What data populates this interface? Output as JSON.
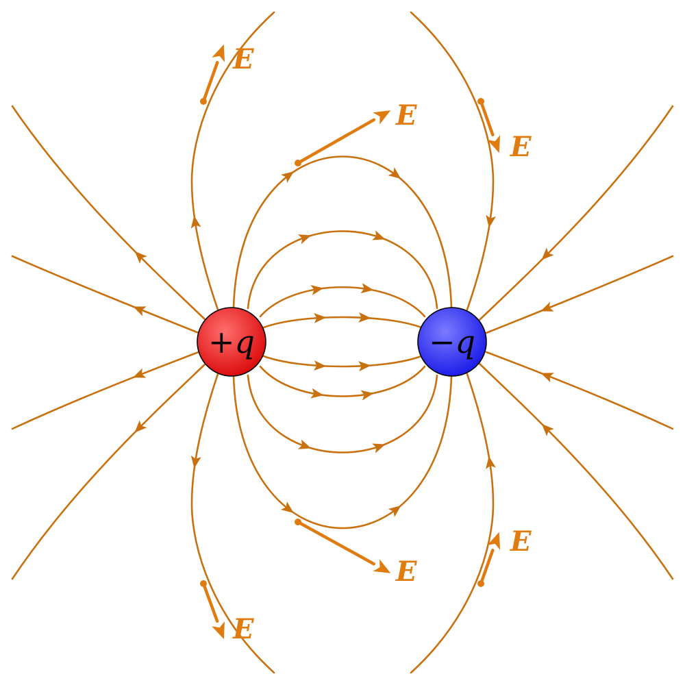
{
  "colors": {
    "field": "#c9700f",
    "vector": "#e07b0f",
    "positive": "#e8232e",
    "negative": "#3a3ef5",
    "outline": "#000000"
  },
  "charges": {
    "positive_label": "+q",
    "negative_label": "−q"
  },
  "vector_label": "E"
}
